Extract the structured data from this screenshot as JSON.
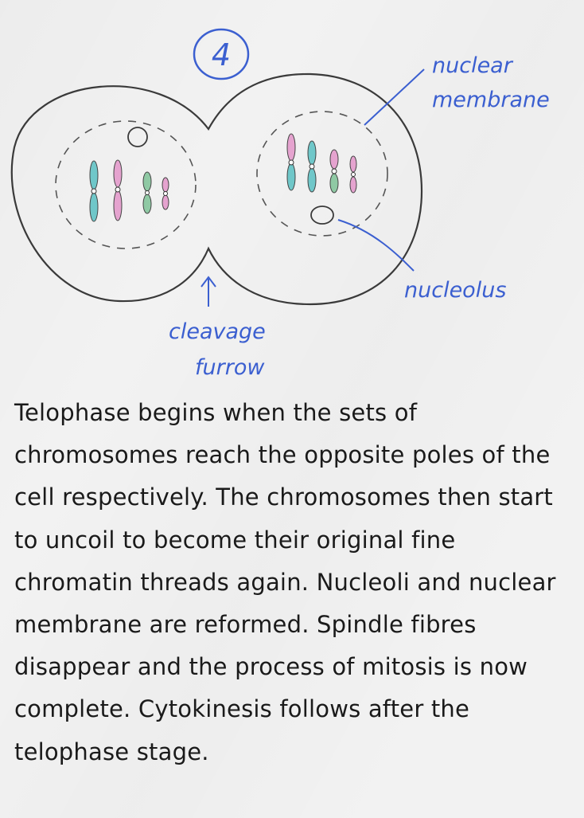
{
  "diagram": {
    "step_number": "4",
    "labels": {
      "nuclear_membrane_line1": "nuclear",
      "nuclear_membrane_line2": "membrane",
      "nucleolus": "nucleolus",
      "cleavage_furrow_line1": "cleavage",
      "cleavage_furrow_line2": "furrow"
    },
    "colors": {
      "ink": "#3a3a3a",
      "label": "#3b5fd0",
      "chromosome_blue": "#6fc7c9",
      "chromosome_pink": "#e5a3cf",
      "chromosome_green": "#8fc9a4"
    }
  },
  "text": {
    "paragraph": "Telophase begins when the sets of chromosomes reach the opposite poles of the cell respectively. The chromosomes then start to uncoil to become their original fine chromatin threads again. Nucleoli and nuclear membrane are reformed. Spindle fibres disappear and the process of mitosis is now complete. Cytokinesis follows after the telophase stage."
  }
}
